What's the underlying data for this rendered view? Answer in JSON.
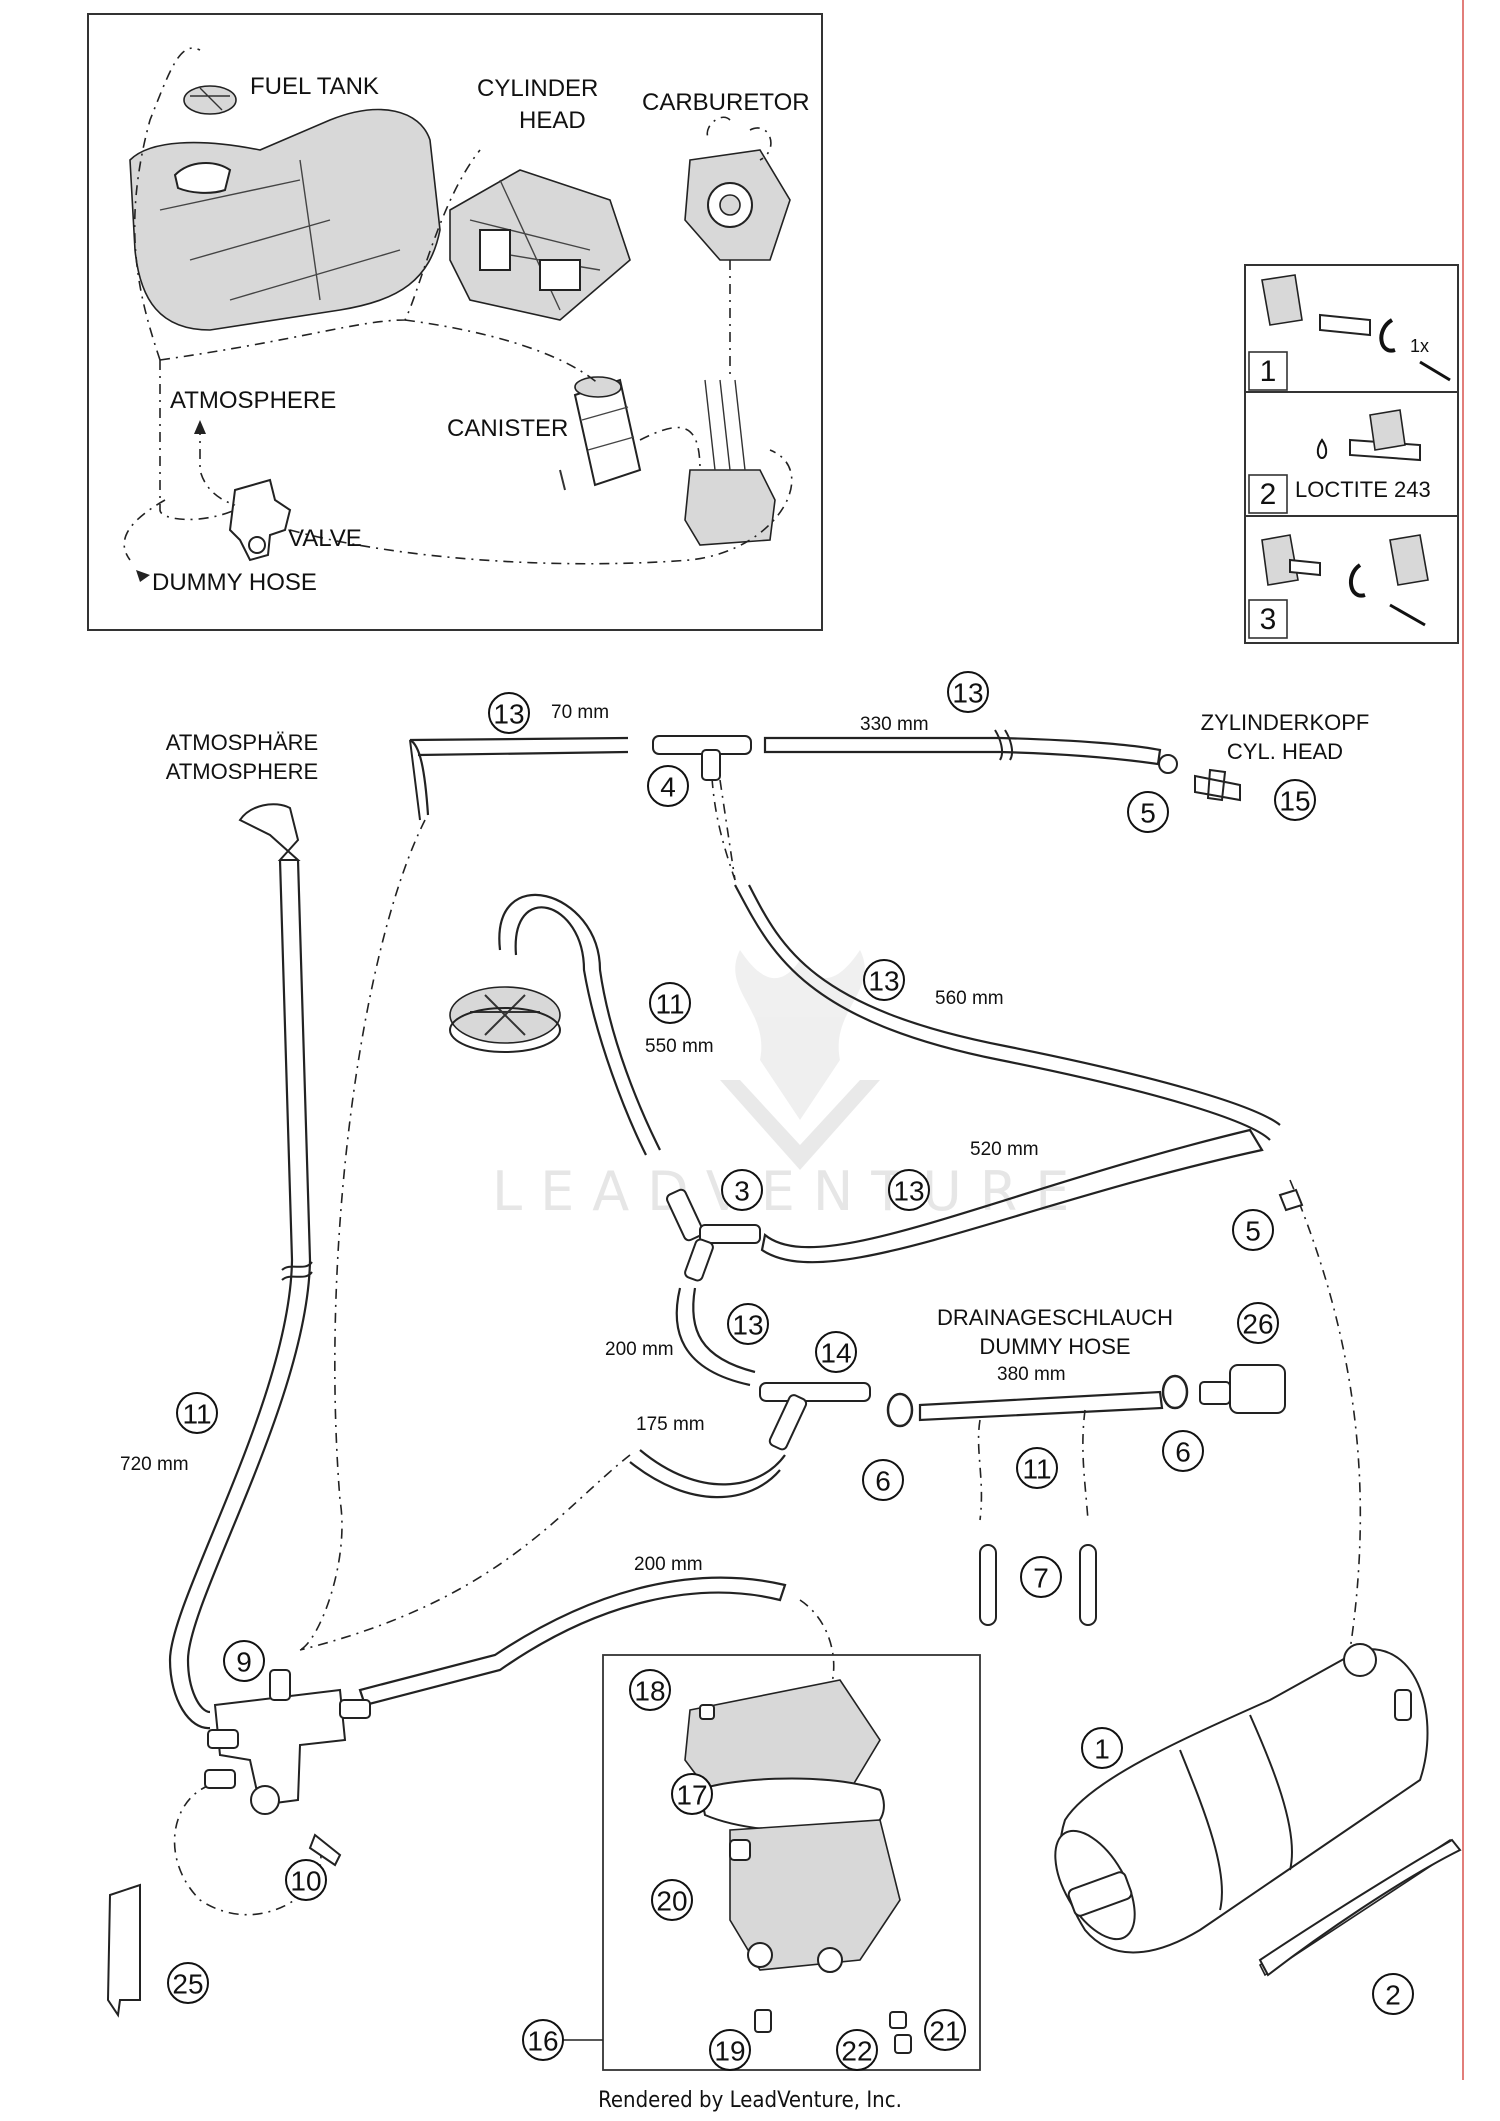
{
  "inset": {
    "fuel_tank": "FUEL TANK",
    "cylinder_head_1": "CYLINDER",
    "cylinder_head_2": "HEAD",
    "carburetor": "CARBURETOR",
    "atmosphere": "ATMOSPHERE",
    "canister": "CANISTER",
    "valve": "VALVE",
    "dummy_hose": "DUMMY HOSE"
  },
  "steps": [
    {
      "num": "1",
      "note": "1x"
    },
    {
      "num": "2",
      "note": "LOCTITE 243"
    },
    {
      "num": "3",
      "note": ""
    }
  ],
  "labels": {
    "atmosphaere": "ATMOSPHÄRE",
    "atmosphere": "ATMOSPHERE",
    "zylinderkopf": "ZYLINDERKOPF",
    "cyl_head": "CYL. HEAD",
    "drainage": "DRAINAGESCHLAUCH",
    "dummy_hose": "DUMMY HOSE",
    "watermark": "LEADVENTURE"
  },
  "dimensions": [
    "70 mm",
    "330 mm",
    "560 mm",
    "550 mm",
    "520 mm",
    "200 mm",
    "380 mm",
    "175 mm",
    "720 mm",
    "200 mm"
  ],
  "callouts": [
    "13",
    "13",
    "4",
    "5",
    "15",
    "11",
    "13",
    "3",
    "13",
    "5",
    "13",
    "14",
    "26",
    "6",
    "11",
    "6",
    "7",
    "11",
    "9",
    "18",
    "17",
    "1",
    "2",
    "20",
    "10",
    "25",
    "16",
    "19",
    "22",
    "21"
  ],
  "footer": "Rendered by LeadVenture, Inc."
}
